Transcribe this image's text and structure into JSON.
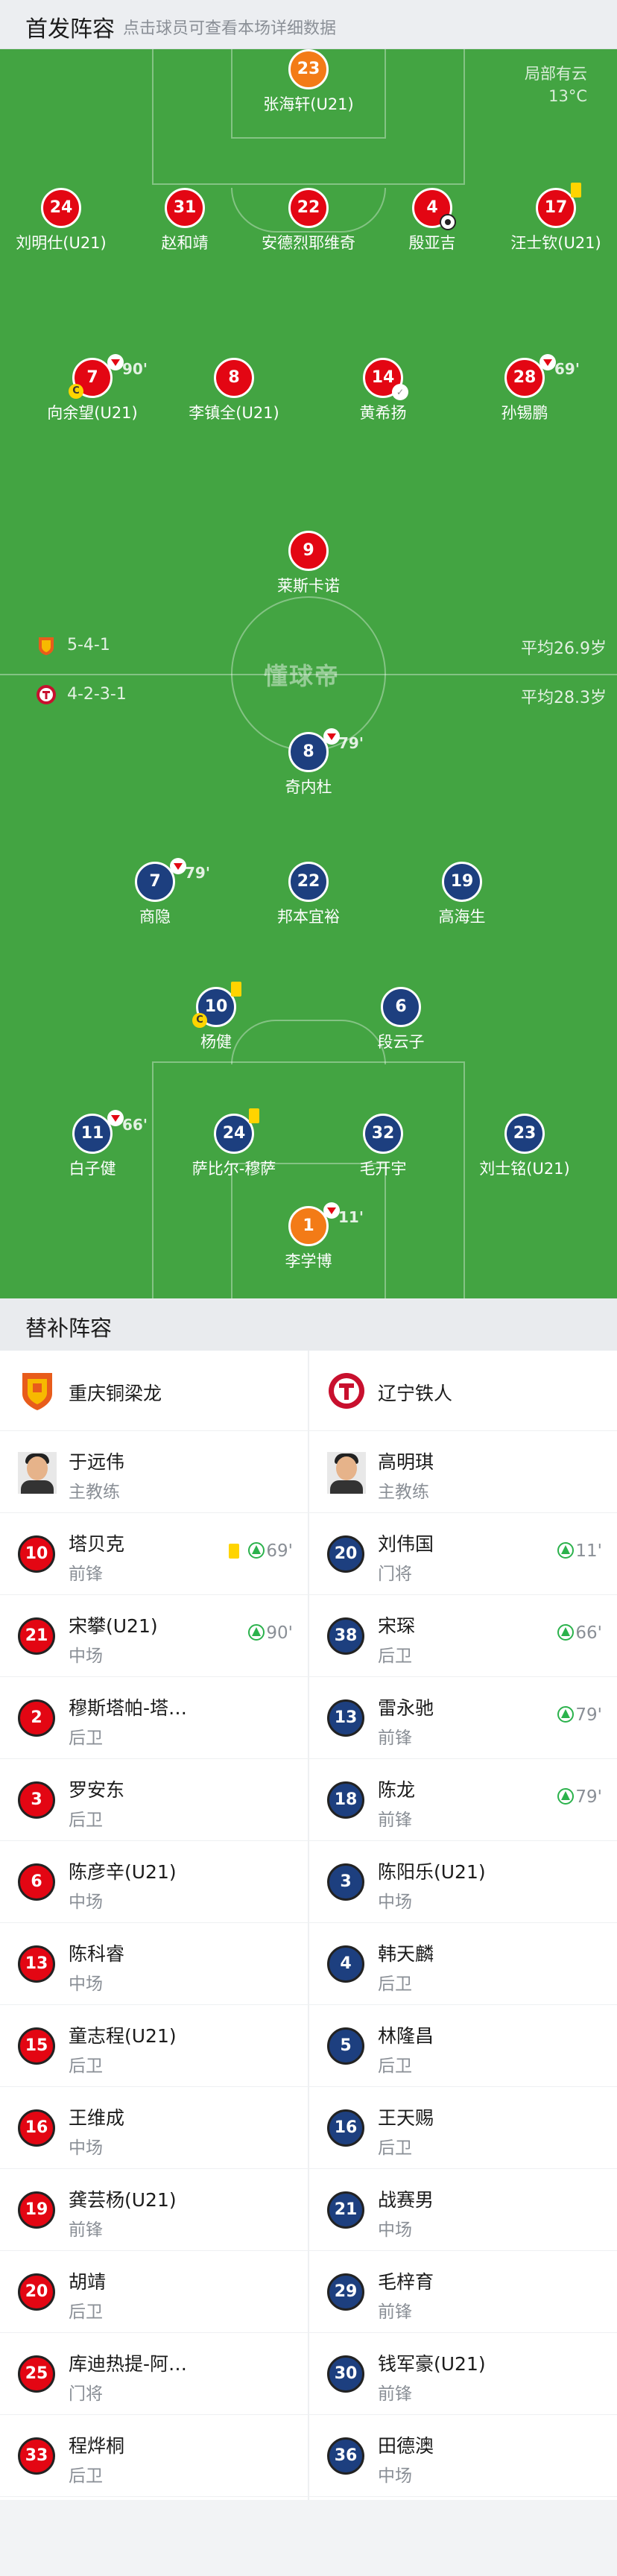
{
  "header": {
    "title": "首发阵容",
    "subtitle": "点击球员可查看本场详细数据"
  },
  "weather": {
    "line1": "局部有云",
    "line2": "13°C"
  },
  "home_formation": {
    "formation": "5-4-1",
    "avg_age": "平均26.9岁",
    "color": "#e30613"
  },
  "away_formation": {
    "formation": "4-2-3-1",
    "avg_age": "平均28.3岁",
    "color": "#1d3f7f"
  },
  "watermark": "懂球帝",
  "home_lineup": {
    "gk": {
      "num": "23",
      "name": "张海轩(U21)"
    },
    "p1": {
      "num": "24",
      "name": "刘明仕(U21)"
    },
    "p2": {
      "num": "31",
      "name": "赵和靖"
    },
    "p3": {
      "num": "22",
      "name": "安德烈耶维奇"
    },
    "p4": {
      "num": "4",
      "name": "殷亚吉"
    },
    "p5": {
      "num": "17",
      "name": "汪士钦(U21)"
    },
    "p6": {
      "num": "7",
      "name": "向余望(U21)",
      "sub": "90'"
    },
    "p7": {
      "num": "8",
      "name": "李镇全(U21)"
    },
    "p8": {
      "num": "14",
      "name": "黄希扬"
    },
    "p9": {
      "num": "28",
      "name": "孙锡鹏",
      "sub": "69'"
    },
    "p10": {
      "num": "9",
      "name": "莱斯卡诺"
    }
  },
  "away_lineup": {
    "p1": {
      "num": "8",
      "name": "奇内杜",
      "sub": "79'"
    },
    "p2": {
      "num": "7",
      "name": "商隐",
      "sub": "79'"
    },
    "p3": {
      "num": "22",
      "name": "邦本宜裕"
    },
    "p4": {
      "num": "19",
      "name": "高海生"
    },
    "p5": {
      "num": "10",
      "name": "杨健"
    },
    "p6": {
      "num": "6",
      "name": "段云子"
    },
    "p7": {
      "num": "11",
      "name": "白子健",
      "sub": "66'"
    },
    "p8": {
      "num": "24",
      "name": "萨比尔-穆萨"
    },
    "p9": {
      "num": "32",
      "name": "毛开宇"
    },
    "p10": {
      "num": "23",
      "name": "刘士铭(U21)"
    },
    "gk": {
      "num": "1",
      "name": "李学博",
      "sub": "11'"
    }
  },
  "subs": {
    "title": "替补阵容",
    "home_team": "重庆铜梁龙",
    "away_team": "辽宁铁人",
    "home_coach": {
      "name": "于远伟",
      "role": "主教练"
    },
    "away_coach": {
      "name": "高明琪",
      "role": "主教练"
    },
    "home": [
      {
        "num": "10",
        "name": "塔贝克",
        "pos": "前锋",
        "in": "69'"
      },
      {
        "num": "21",
        "name": "宋攀(U21)",
        "pos": "中场",
        "in": "90'"
      },
      {
        "num": "2",
        "name": "穆斯塔帕-塔…",
        "pos": "后卫"
      },
      {
        "num": "3",
        "name": "罗安东",
        "pos": "后卫"
      },
      {
        "num": "6",
        "name": "陈彦辛(U21)",
        "pos": "中场"
      },
      {
        "num": "13",
        "name": "陈科睿",
        "pos": "中场"
      },
      {
        "num": "15",
        "name": "童志程(U21)",
        "pos": "后卫"
      },
      {
        "num": "16",
        "name": "王维成",
        "pos": "中场"
      },
      {
        "num": "19",
        "name": "龚芸杨(U21)",
        "pos": "前锋"
      },
      {
        "num": "20",
        "name": "胡靖",
        "pos": "后卫"
      },
      {
        "num": "25",
        "name": "库迪热提-阿…",
        "pos": "门将"
      },
      {
        "num": "33",
        "name": "程烨桐",
        "pos": "后卫"
      }
    ],
    "away": [
      {
        "num": "20",
        "name": "刘伟国",
        "pos": "门将",
        "in": "11'"
      },
      {
        "num": "38",
        "name": "宋琛",
        "pos": "后卫",
        "in": "66'"
      },
      {
        "num": "13",
        "name": "雷永驰",
        "pos": "前锋",
        "in": "79'"
      },
      {
        "num": "18",
        "name": "陈龙",
        "pos": "前锋",
        "in": "79'"
      },
      {
        "num": "3",
        "name": "陈阳乐(U21)",
        "pos": "中场"
      },
      {
        "num": "4",
        "name": "韩天麟",
        "pos": "后卫"
      },
      {
        "num": "5",
        "name": "林隆昌",
        "pos": "后卫"
      },
      {
        "num": "16",
        "name": "王天赐",
        "pos": "后卫"
      },
      {
        "num": "21",
        "name": "战赛男",
        "pos": "中场"
      },
      {
        "num": "29",
        "name": "毛梓育",
        "pos": "前锋"
      },
      {
        "num": "30",
        "name": "钱军豪(U21)",
        "pos": "前锋"
      },
      {
        "num": "36",
        "name": "田德澳",
        "pos": "中场"
      }
    ]
  }
}
